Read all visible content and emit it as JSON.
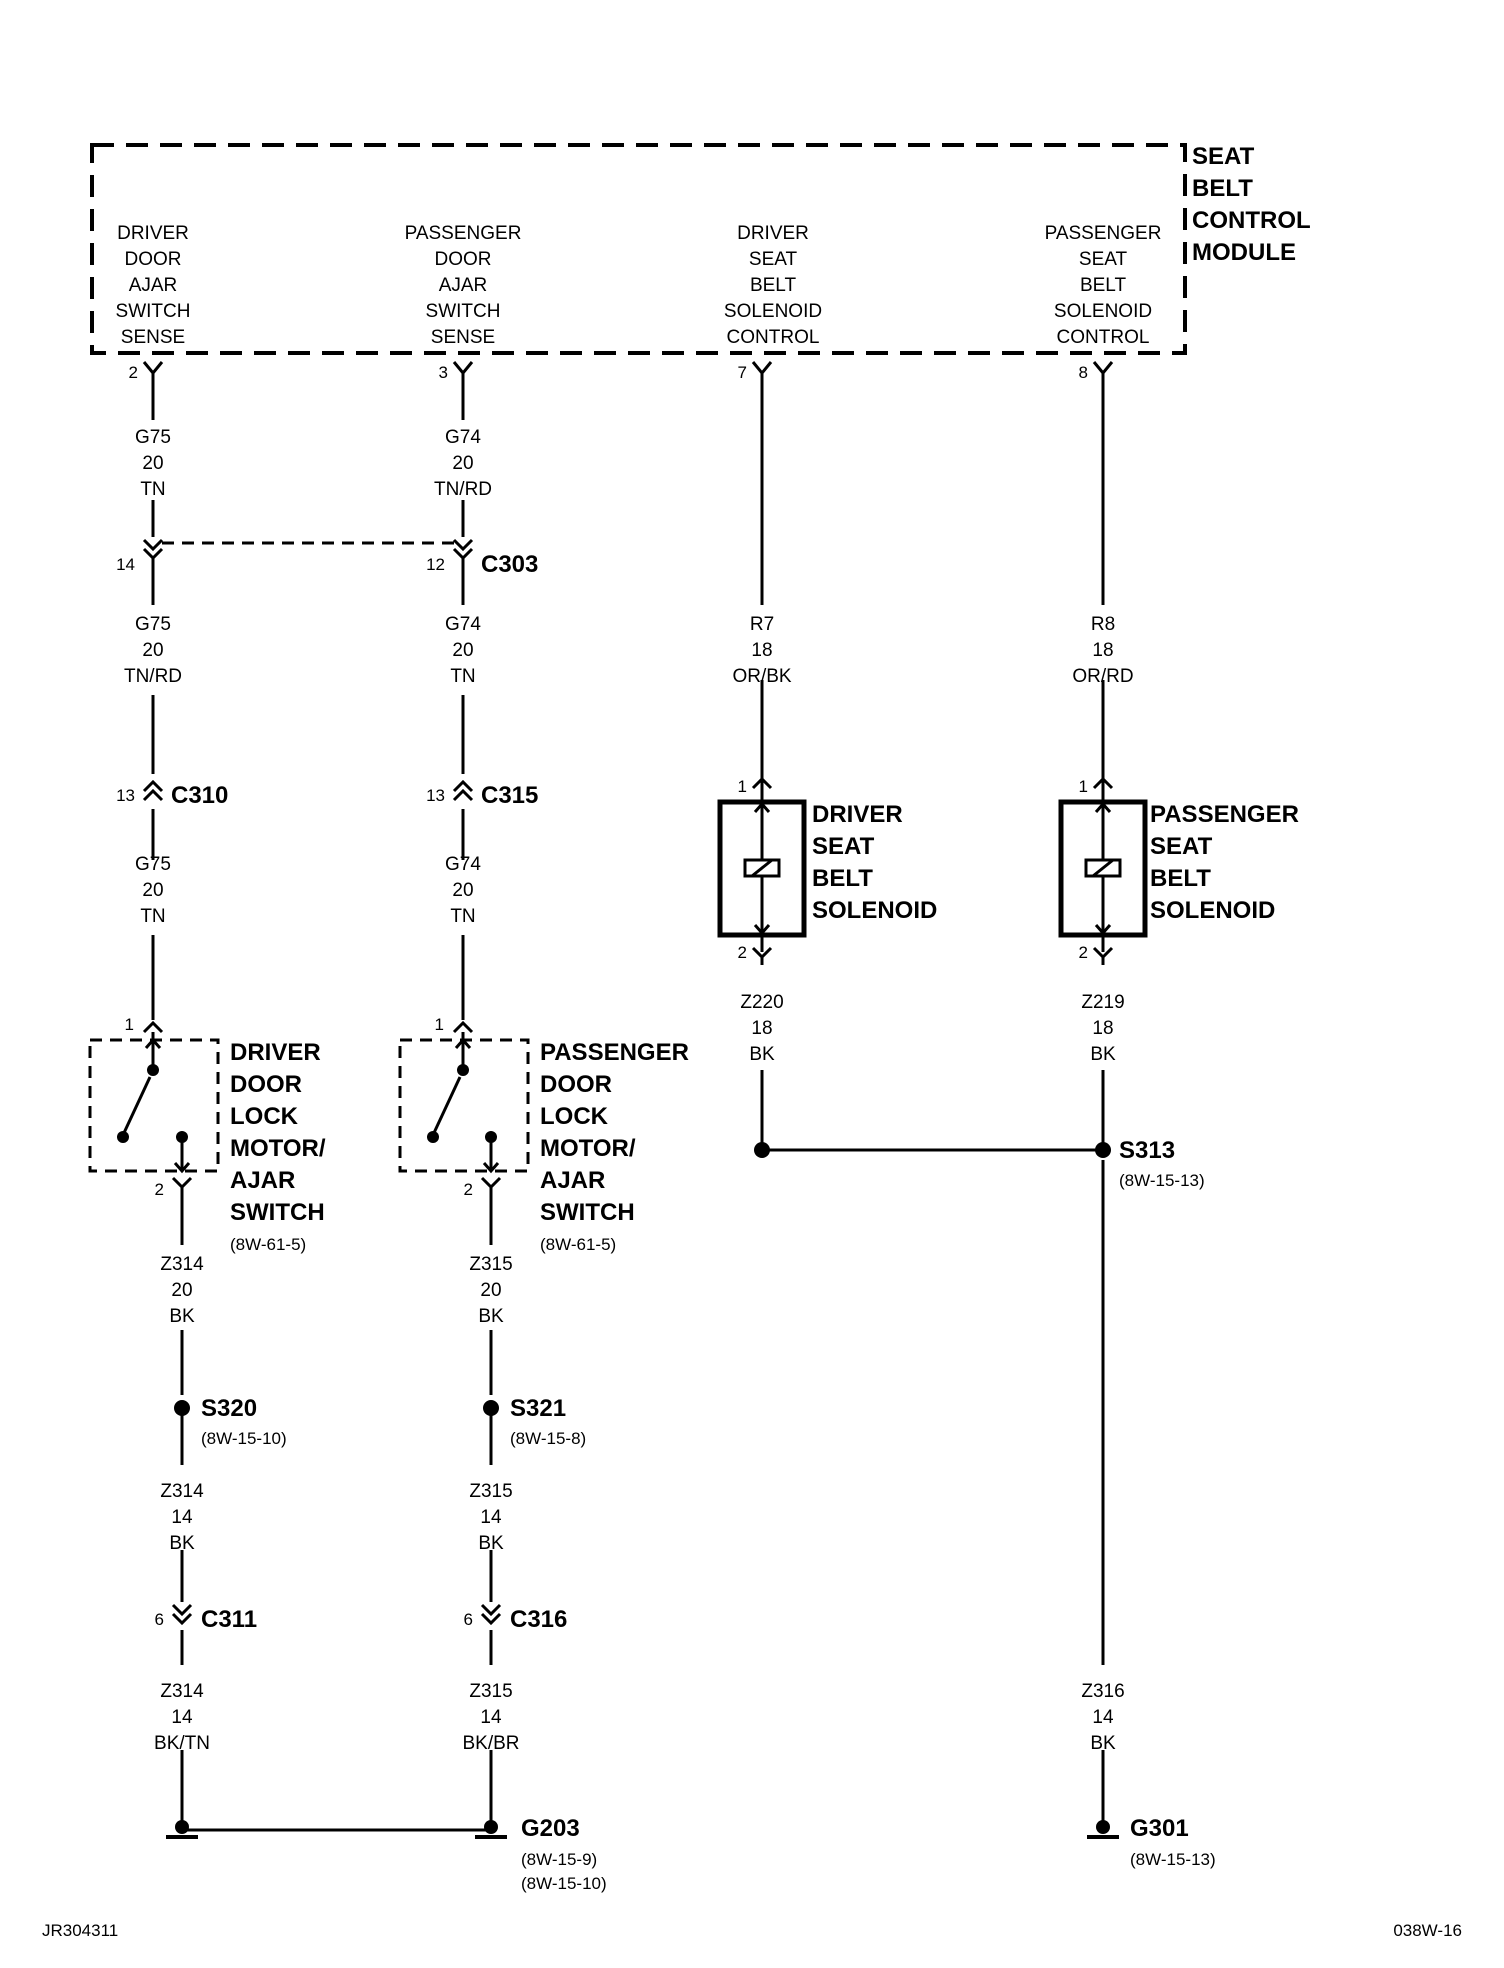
{
  "module": {
    "title": [
      "SEAT",
      "BELT",
      "CONTROL",
      "MODULE"
    ],
    "pins": [
      {
        "pin": "2",
        "label": [
          "DRIVER",
          "DOOR",
          "AJAR",
          "SWITCH",
          "SENSE"
        ]
      },
      {
        "pin": "3",
        "label": [
          "PASSENGER",
          "DOOR",
          "AJAR",
          "SWITCH",
          "SENSE"
        ]
      },
      {
        "pin": "7",
        "label": [
          "DRIVER",
          "SEAT",
          "BELT",
          "SOLENOID",
          "CONTROL"
        ]
      },
      {
        "pin": "8",
        "label": [
          "PASSENGER",
          "SEAT",
          "BELT",
          "SOLENOID",
          "CONTROL"
        ]
      }
    ]
  },
  "wires": {
    "g75_top": [
      "G75",
      "20",
      "TN"
    ],
    "g74_top": [
      "G74",
      "20",
      "TN/RD"
    ],
    "g75_mid": [
      "G75",
      "20",
      "TN/RD"
    ],
    "g74_mid": [
      "G74",
      "20",
      "TN"
    ],
    "r7": [
      "R7",
      "18",
      "OR/BK"
    ],
    "r8": [
      "R8",
      "18",
      "OR/RD"
    ],
    "g75_low": [
      "G75",
      "20",
      "TN"
    ],
    "g74_low": [
      "G74",
      "20",
      "TN"
    ],
    "z220": [
      "Z220",
      "18",
      "BK"
    ],
    "z219": [
      "Z219",
      "18",
      "BK"
    ],
    "z314_a": [
      "Z314",
      "20",
      "BK"
    ],
    "z315_a": [
      "Z315",
      "20",
      "BK"
    ],
    "z314_b": [
      "Z314",
      "14",
      "BK"
    ],
    "z315_b": [
      "Z315",
      "14",
      "BK"
    ],
    "z314_c": [
      "Z314",
      "14",
      "BK/TN"
    ],
    "z315_c": [
      "Z315",
      "14",
      "BK/BR"
    ],
    "z316": [
      "Z316",
      "14",
      "BK"
    ]
  },
  "connectors": {
    "c303": {
      "name": "C303",
      "pin_left": "14",
      "pin_right": "12"
    },
    "c310": {
      "name": "C310",
      "pin": "13"
    },
    "c315": {
      "name": "C315",
      "pin": "13"
    },
    "c311": {
      "name": "C311",
      "pin": "6"
    },
    "c316": {
      "name": "C316",
      "pin": "6"
    }
  },
  "components": {
    "driver_solenoid": {
      "label": [
        "DRIVER",
        "SEAT",
        "BELT",
        "SOLENOID"
      ],
      "pin_top": "1",
      "pin_bottom": "2"
    },
    "passenger_solenoid": {
      "label": [
        "PASSENGER",
        "SEAT",
        "BELT",
        "SOLENOID"
      ],
      "pin_top": "1",
      "pin_bottom": "2"
    },
    "driver_switch": {
      "label": [
        "DRIVER",
        "DOOR",
        "LOCK",
        "MOTOR/",
        "AJAR",
        "SWITCH"
      ],
      "ref": "(8W-61-5)",
      "pin_top": "1",
      "pin_bottom": "2"
    },
    "passenger_switch": {
      "label": [
        "PASSENGER",
        "DOOR",
        "LOCK",
        "MOTOR/",
        "AJAR",
        "SWITCH"
      ],
      "ref": "(8W-61-5)",
      "pin_top": "1",
      "pin_bottom": "2"
    }
  },
  "splices": {
    "s313": {
      "name": "S313",
      "ref": "(8W-15-13)"
    },
    "s320": {
      "name": "S320",
      "ref": "(8W-15-10)"
    },
    "s321": {
      "name": "S321",
      "ref": "(8W-15-8)"
    }
  },
  "grounds": {
    "g203": {
      "name": "G203",
      "refs": [
        "(8W-15-9)",
        "(8W-15-10)"
      ]
    },
    "g301": {
      "name": "G301",
      "ref": "(8W-15-13)"
    }
  },
  "footer": {
    "left": "JR304311",
    "right": "038W-16"
  }
}
